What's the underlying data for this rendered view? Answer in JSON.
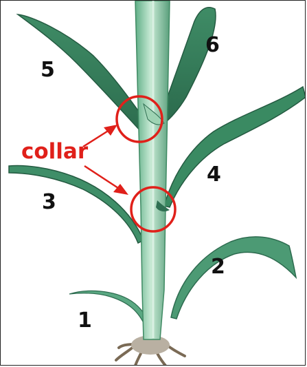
{
  "diagram": {
    "leaf_numbers": [
      "1",
      "2",
      "3",
      "4",
      "5",
      "6"
    ],
    "collar_label": "collar"
  },
  "colors": {
    "number_text": "#111111",
    "annotation": "#e0201a",
    "leaf_dark": "#2f6f52",
    "leaf_mid": "#4a9a72",
    "leaf_light": "#9fd3b4",
    "stalk": "#7bbf9a",
    "stalk_highlight": "#c8ead5",
    "root": "#7a6a55"
  }
}
